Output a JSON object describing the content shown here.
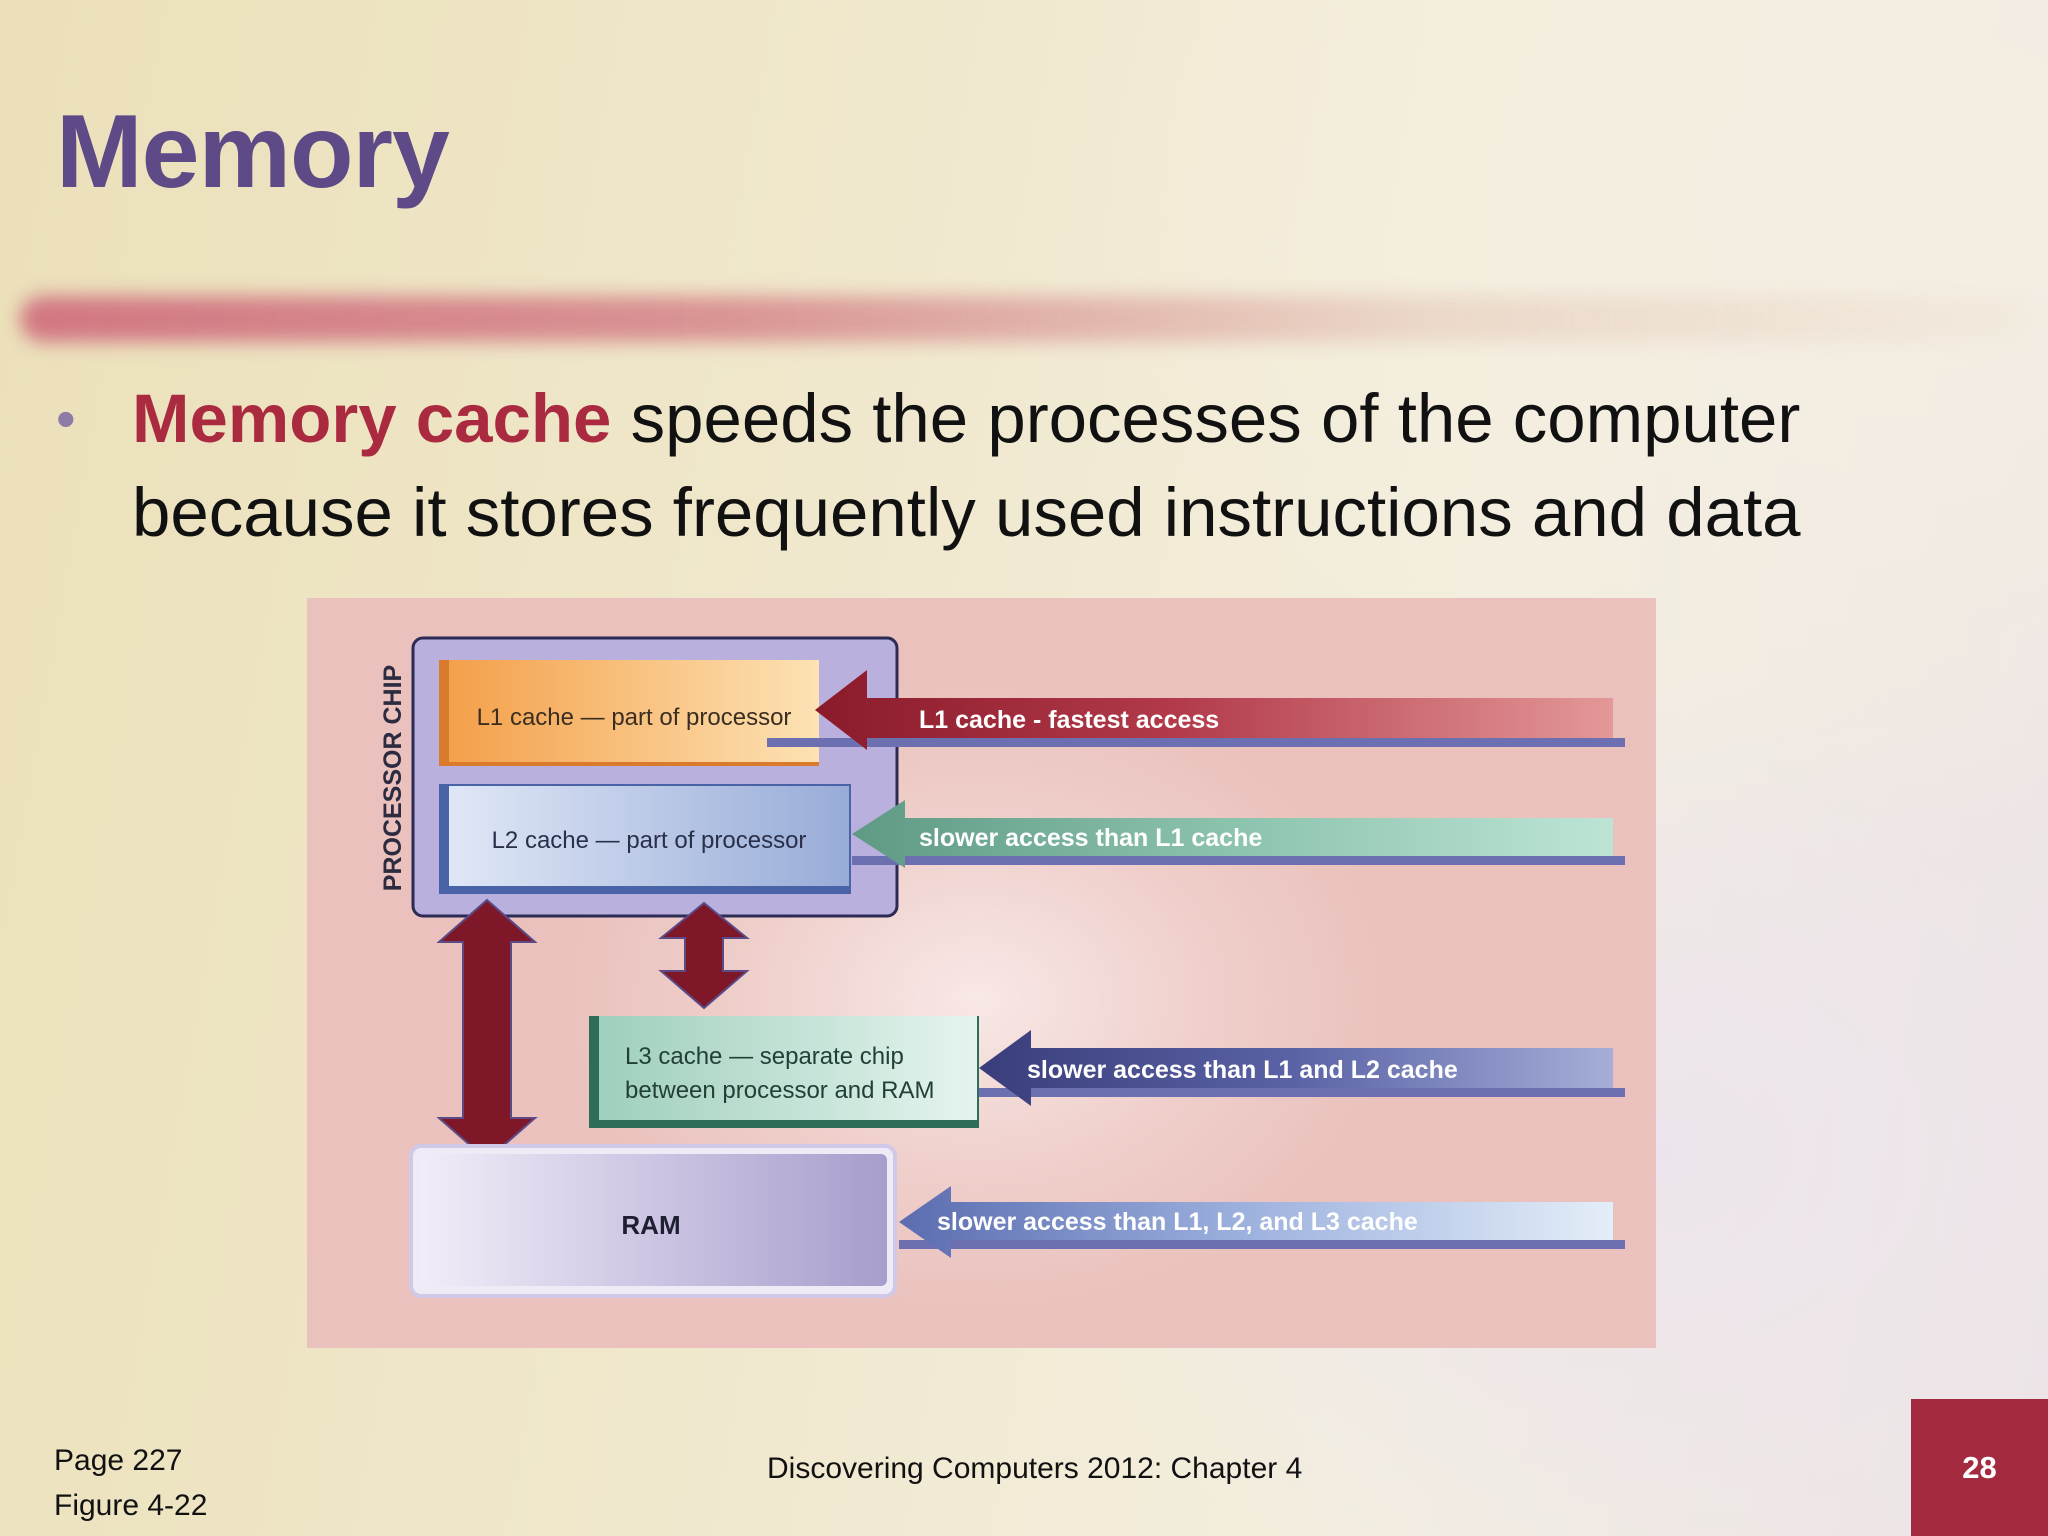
{
  "slide": {
    "title": "Memory",
    "bullet": {
      "highlight": "Memory cache",
      "text": " speeds the processes of the computer because it stores frequently used instructions and data"
    }
  },
  "diagram": {
    "chip_label": "PROCESSOR CHIP",
    "l1_box": "L1 cache — part of processor",
    "l2_box": "L2 cache — part of processor",
    "l3_box_line1": "L3 cache — separate chip",
    "l3_box_line2": "between processor and RAM",
    "ram_box": "RAM",
    "arrow_l1": "L1 cache - fastest access",
    "arrow_l2": "slower access than L1 cache",
    "arrow_l3": "slower access than L1 and L2 cache",
    "arrow_ram": "slower access than L1, L2, and L3 cache"
  },
  "footer": {
    "page": "Page 227",
    "figure": "Figure 4-22",
    "center": "Discovering Computers 2012: Chapter 4",
    "slide_number": "28"
  },
  "colors": {
    "title": "#5d4a86",
    "highlight": "#aa2a3f",
    "accent_box": "#a42b3f"
  }
}
